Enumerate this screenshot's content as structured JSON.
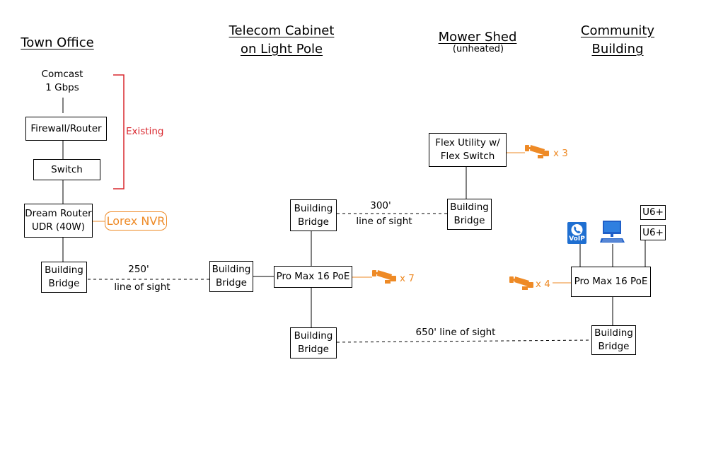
{
  "headers": {
    "town_office": "Town Office",
    "telecom_line1": "Telecom Cabinet",
    "telecom_line2": "on Light Pole",
    "mower_shed": "Mower Shed",
    "mower_shed_note": "(unheated)",
    "community_line1": "Community",
    "community_line2": "Building"
  },
  "town_office": {
    "isp_line1": "Comcast",
    "isp_line2": "1 Gbps",
    "firewall": "Firewall/Router",
    "switch": "Switch",
    "existing_label": "Existing",
    "router_line1": "Dream Router",
    "router_line2": "UDR (40W)",
    "nvr": "Lorex NVR",
    "bridge_line1": "Building",
    "bridge_line2": "Bridge"
  },
  "link_town_cabinet": {
    "distance": "250'",
    "type": "line of sight"
  },
  "telecom": {
    "bridge_left_line1": "Building",
    "bridge_left_line2": "Bridge",
    "bridge_top_line1": "Building",
    "bridge_top_line2": "Bridge",
    "switch": "Pro Max 16 PoE",
    "camera_count": "x 7",
    "bridge_bottom_line1": "Building",
    "bridge_bottom_line2": "Bridge"
  },
  "link_cabinet_shed": {
    "distance": "300'",
    "type": "line of sight"
  },
  "mower_shed": {
    "utility_line1": "Flex Utility w/",
    "utility_line2": "Flex Switch",
    "camera_count": "x 3",
    "bridge_line1": "Building",
    "bridge_line2": "Bridge"
  },
  "link_cabinet_community": {
    "label": "650' line of sight"
  },
  "community": {
    "voip_label": "VoIP",
    "ap1": "U6+",
    "ap2": "U6+",
    "switch": "Pro Max 16 PoE",
    "camera_count": "x 4",
    "bridge_line1": "Building",
    "bridge_line2": "Bridge"
  },
  "colors": {
    "accent_orange": "#ee8a26",
    "existing_red": "#d9282f",
    "voip_blue": "#1f6fd1"
  },
  "icons": [
    "security-camera-icon",
    "voip-phone-icon",
    "desktop-computer-icon"
  ]
}
